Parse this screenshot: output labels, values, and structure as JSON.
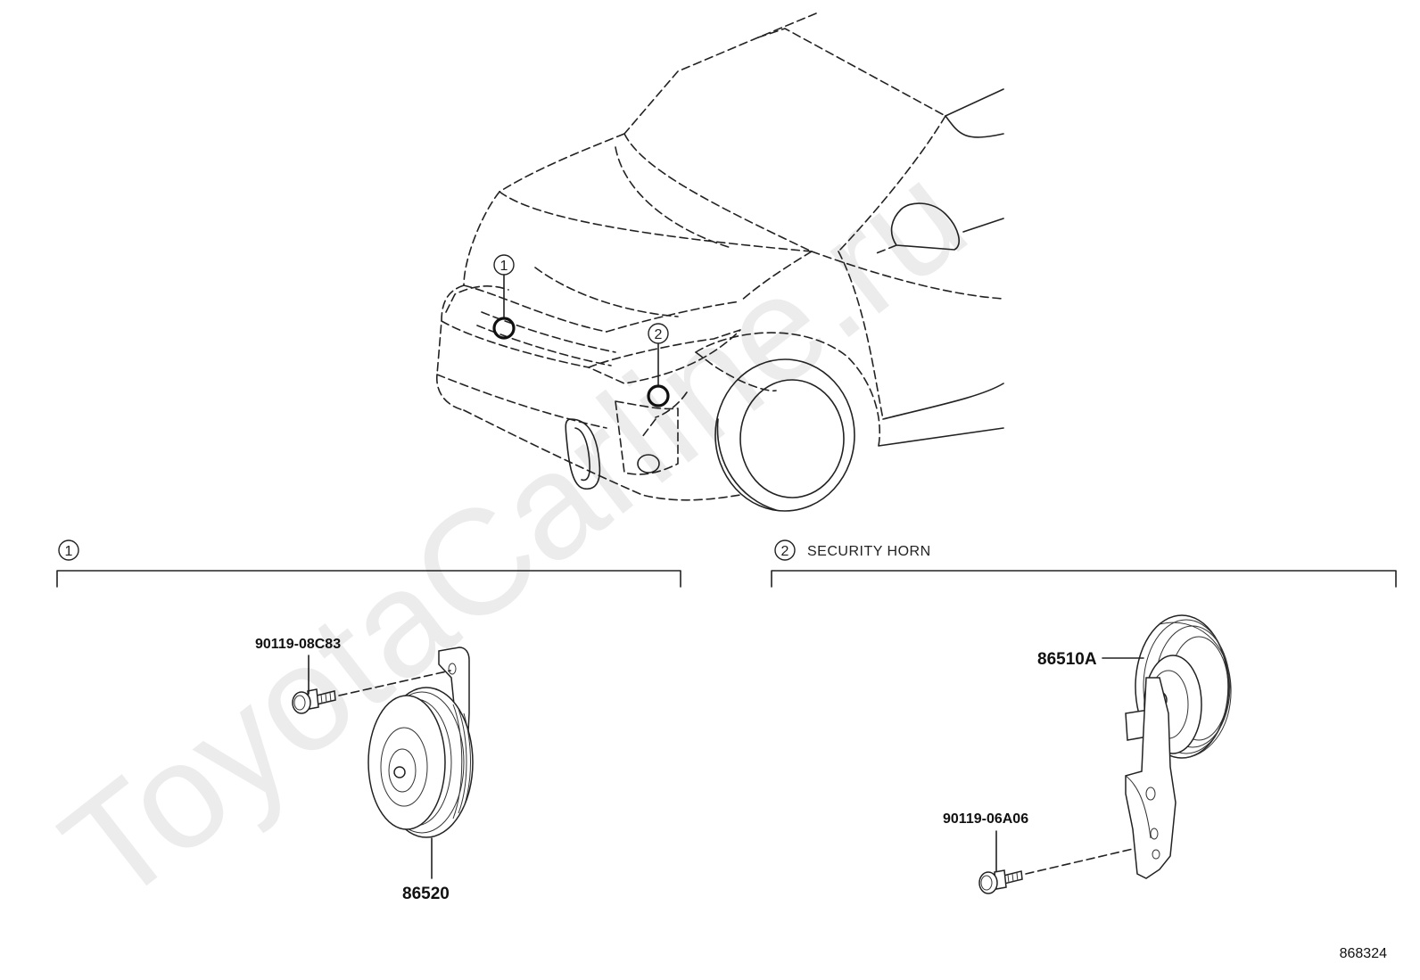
{
  "watermark": "ToyotaCarline.ru",
  "locations": [
    {
      "number": "1"
    },
    {
      "number": "2"
    }
  ],
  "sections": [
    {
      "number": "1",
      "label": ""
    },
    {
      "number": "2",
      "label": "SECURITY HORN"
    }
  ],
  "parts": {
    "bolt_left": "90119-08C83",
    "horn_left": "86520",
    "horn_right": "86510A",
    "bolt_right": "90119-06A06"
  },
  "diagram_ref": "868324"
}
